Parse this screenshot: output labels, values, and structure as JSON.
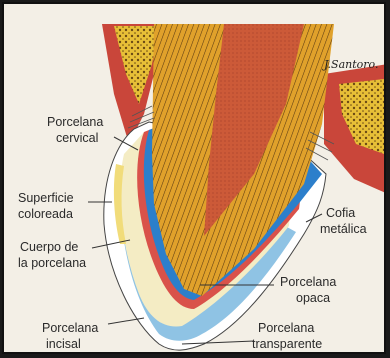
{
  "signature": "J.Santoro.",
  "labels": {
    "porcelana_cervical": [
      "Porcelana",
      "cervical"
    ],
    "superficie_coloreada": [
      "Superficie",
      "coloreada"
    ],
    "cuerpo_porcelana": [
      "Cuerpo de",
      "la porcelana"
    ],
    "porcelana_incisal": [
      "Porcelana",
      "incisal"
    ],
    "cofia_metalica": [
      "Cofia",
      "metálica"
    ],
    "porcelana_opaca": [
      "Porcelana",
      "opaca"
    ],
    "porcelana_transparente": [
      "Porcelana",
      "transparente"
    ]
  },
  "colors": {
    "gum_red": "#c9463a",
    "bone_yellow": "#e7bf37",
    "dentin_orange": "#d98a1e",
    "pulp_red": "#c8553a",
    "metal_blue": "#2c7fcb",
    "opaque_red": "#d9524a",
    "body_cream": "#f4ecc4",
    "incisal_blue": "#8fc3e4",
    "transparent_white": "#ffffff"
  }
}
